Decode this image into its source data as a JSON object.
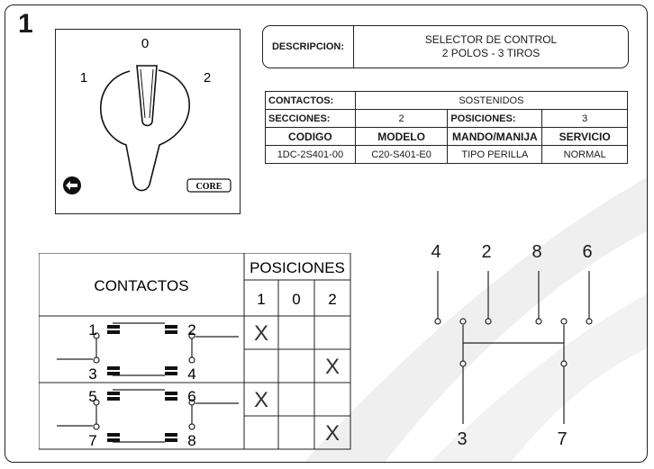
{
  "page_number": "1",
  "product_photo": {
    "dial_positions": [
      "0",
      "1",
      "2"
    ],
    "brand_logo": "CORE",
    "indicator_icon": "arrow-left-icon"
  },
  "description": {
    "label": "DESCRIPCION:",
    "line1": "SELECTOR DE CONTROL",
    "line2": "2 POLOS - 3 TIROS"
  },
  "spec_table": {
    "contactos_label": "CONTACTOS:",
    "contactos_value": "SOSTENIDOS",
    "secciones_label": "SECCIONES:",
    "secciones_value": "2",
    "posiciones_label": "POSICIONES:",
    "posiciones_value": "3",
    "headers": [
      "CODIGO",
      "MODELO",
      "MANDO/MANIJA",
      "SERVICIO"
    ],
    "row": [
      "1DC-2S401-00",
      "C20-S401-E0",
      "TIPO PERILLA",
      "NORMAL"
    ]
  },
  "contact_table": {
    "contactos_header": "CONTACTOS",
    "posiciones_header": "POSICIONES",
    "position_labels": [
      "1",
      "0",
      "2"
    ],
    "contact_numbers": [
      "1",
      "2",
      "3",
      "4",
      "5",
      "6",
      "7",
      "8"
    ],
    "marks": [
      [
        "X",
        "",
        ""
      ],
      [
        "",
        "",
        "X"
      ],
      [
        "X",
        "",
        ""
      ],
      [
        "",
        "",
        "X"
      ]
    ]
  },
  "wiring_diagram": {
    "top_terminals": [
      "4",
      "2",
      "8",
      "6"
    ],
    "bottom_terminals": [
      "3",
      "7"
    ]
  }
}
